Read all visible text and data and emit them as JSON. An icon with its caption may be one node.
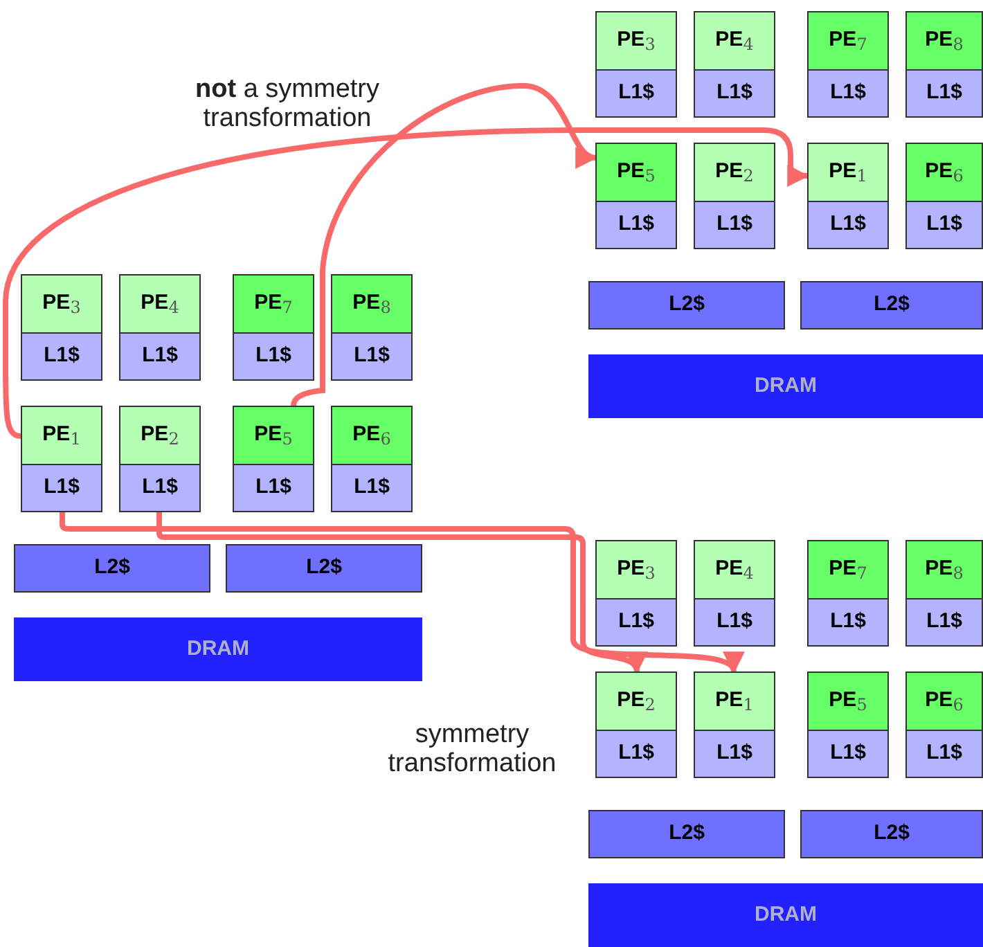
{
  "diagram": {
    "nodes": [
      {
        "text": [
          "PE$_{3}$",
          "L1$"
        ]
      },
      {
        "text": [
          "PE$_{4}$",
          "L1$"
        ]
      },
      {
        "text": [
          "PE$_{7}$",
          "L1$"
        ]
      },
      {
        "text": [
          "PE$_{8}$",
          "L1$"
        ]
      },
      {
        "text": [
          "PE$_{5}$",
          "L1$"
        ]
      },
      {
        "text": [
          "PE$_{2}$",
          "L1$"
        ]
      },
      {
        "text": [
          "PE$_{1}$",
          "L1$"
        ]
      },
      {
        "text": [
          "PE$_{6}$",
          "L1$"
        ]
      },
      {
        "text": [
          "L2$"
        ]
      },
      {
        "text": [
          "L2$"
        ]
      },
      {
        "text": [
          "DRAM"
        ]
      },
      {
        "text": [
          "PE$_{3}$",
          "L1$"
        ]
      },
      {
        "text": [
          "PE$_{4}$",
          "L1$"
        ]
      },
      {
        "text": [
          "PE$_{7}$",
          "L1$"
        ]
      },
      {
        "text": [
          "PE$_{8}$",
          "L1$"
        ]
      },
      {
        "text": [
          "PE$_{1}$",
          "L1$"
        ]
      },
      {
        "text": [
          "PE$_{2}$",
          "L1$"
        ]
      },
      {
        "text": [
          "PE$_{5}$",
          "L1$"
        ]
      },
      {
        "text": [
          "PE$_{6}$",
          "L1$"
        ]
      },
      {
        "text": [
          "L2$"
        ]
      },
      {
        "text": [
          "L2$"
        ]
      },
      {
        "text": [
          "DRAM"
        ]
      },
      {
        "text": [
          "PE$_{3}$",
          "L1$"
        ]
      },
      {
        "text": [
          "PE$_{4}$",
          "L1$"
        ]
      },
      {
        "text": [
          "PE$_{7}$",
          "L1$"
        ]
      },
      {
        "text": [
          "PE$_{8}$",
          "L1$"
        ]
      },
      {
        "text": [
          "PE$_{2}$",
          "L1$"
        ]
      },
      {
        "text": [
          "PE$_{1}$",
          "L1$"
        ]
      },
      {
        "text": [
          "PE$_{5}$",
          "L1$"
        ]
      },
      {
        "text": [
          "PE$_{6}$",
          "L1$"
        ]
      },
      {
        "text": [
          "L2$"
        ]
      },
      {
        "text": [
          "L2$"
        ]
      },
      {
        "text": [
          "DRAM"
        ]
      }
    ],
    "edges": [
      {
        "from": 15,
        "to": 6,
        "arrow": "to"
      },
      {
        "from": 17,
        "to": 4,
        "arrow": "to"
      },
      {
        "from": 15,
        "to": 27,
        "arrow": "to"
      },
      {
        "from": 16,
        "to": 26,
        "arrow": "to"
      }
    ],
    "labels": [
      "**not** a symmetry transformation",
      "symmetry transformation"
    ]
  }
}
